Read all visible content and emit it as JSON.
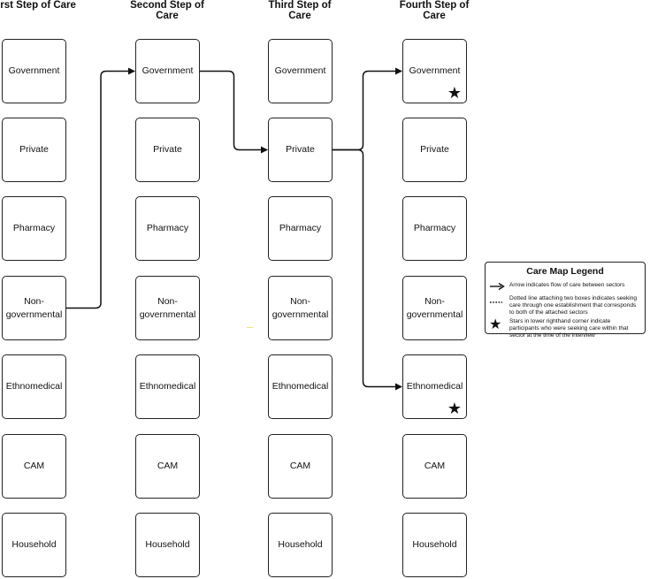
{
  "columns": [
    {
      "header": "First Step of Care",
      "boxes": [
        "Government",
        "Private",
        "Pharmacy",
        "Non-governmental",
        "Ethnomedical",
        "CAM",
        "Household"
      ]
    },
    {
      "header": "Second Step of Care",
      "boxes": [
        "Government",
        "Private",
        "Pharmacy",
        "Non-governmental",
        "Ethnomedical",
        "CAM",
        "Household"
      ]
    },
    {
      "header": "Third Step of Care",
      "boxes": [
        "Government",
        "Private",
        "Pharmacy",
        "Non-governmental",
        "Ethnomedical",
        "CAM",
        "Household"
      ]
    },
    {
      "header": "Fourth Step of Care",
      "boxes": [
        "Government",
        "Private",
        "Pharmacy",
        "Non-governmental",
        "Ethnomedical",
        "CAM",
        "Household"
      ]
    }
  ],
  "stars": [
    {
      "column": 3,
      "box": "Government"
    },
    {
      "column": 3,
      "box": "Ethnomedical"
    }
  ],
  "flows": [
    {
      "from_column": 0,
      "from_box": "Non-governmental",
      "to_column": 1,
      "to_box": "Government"
    },
    {
      "from_column": 1,
      "from_box": "Government",
      "to_column": 2,
      "to_box": "Private"
    },
    {
      "from_column": 2,
      "from_box": "Private",
      "to_column": 3,
      "to_box": "Government"
    },
    {
      "from_column": 2,
      "from_box": "Private",
      "to_column": 3,
      "to_box": "Ethnomedical"
    }
  ],
  "legend": {
    "title": "Care Map Legend",
    "items": [
      {
        "symbol": "arrow",
        "text": "Arrow indicates flow of care between sectors"
      },
      {
        "symbol": "dotted-line",
        "text": "Dotted line attaching two boxes indicates seeking care through one establishment that corresponds to both of the attached sectors"
      },
      {
        "symbol": "star",
        "text": "Stars in lower righthand corner indicate participants who were seeking care within that sector at the time of the interview"
      }
    ]
  }
}
